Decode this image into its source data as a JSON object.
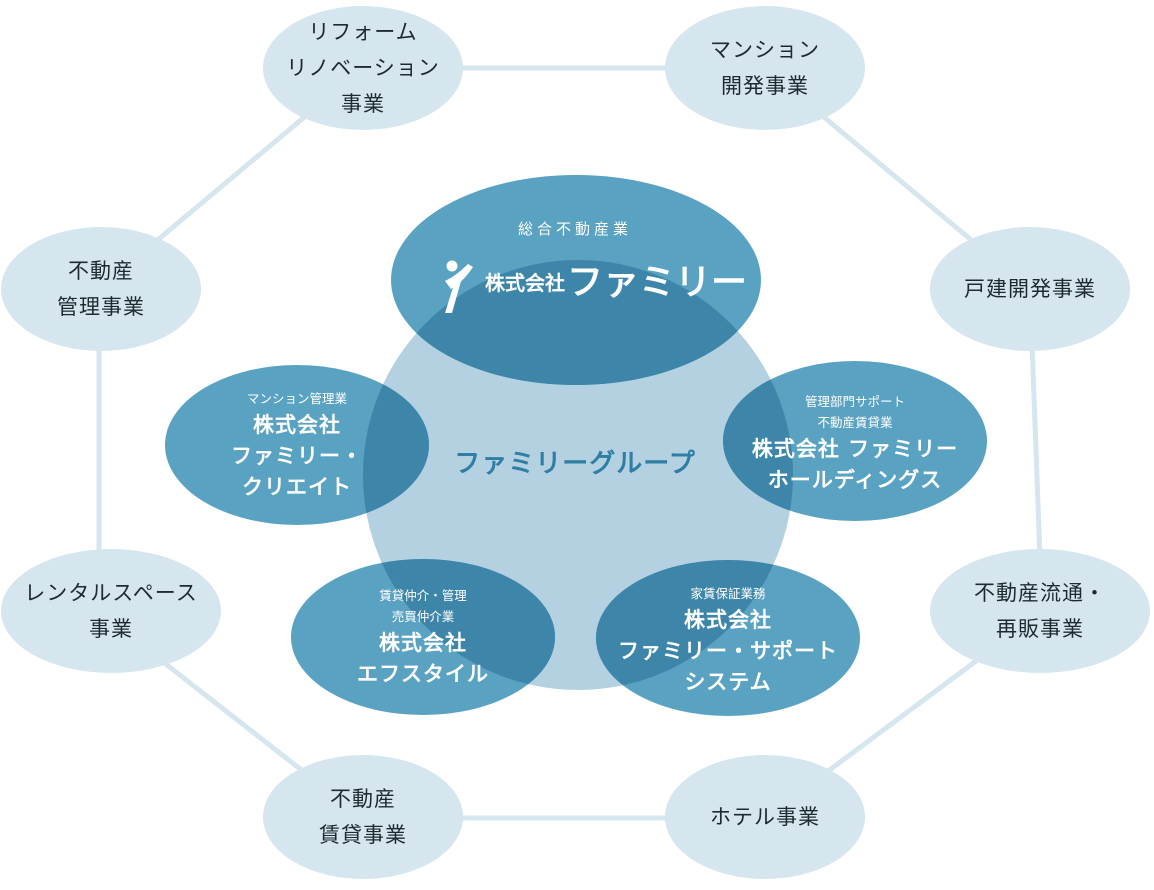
{
  "center": {
    "label": "ファミリーグループ"
  },
  "main_company": {
    "caption": "総合不動産業",
    "kabushiki": "株式会社",
    "name": "ファミリー",
    "logo_icon": "family-person-logo-icon"
  },
  "subsidiaries": {
    "create": {
      "caption": "マンション管理業",
      "line1": "株式会社",
      "line2": "ファミリー・",
      "line3": "クリエイト"
    },
    "holdings": {
      "caption1": "管理部門サポート",
      "caption2": "不動産賃貸業",
      "line1": "株式会社 ファミリー",
      "line2": "ホールディングス"
    },
    "fstyle": {
      "caption1": "賃貸仲介・管理",
      "caption2": "売買仲介業",
      "line1": "株式会社",
      "line2": "エフスタイル"
    },
    "support": {
      "caption": "家賃保証業務",
      "line1": "株式会社",
      "line2": "ファミリー・サポート",
      "line3": "システム"
    }
  },
  "businesses": {
    "reform": [
      "リフォーム",
      "リノベーション",
      "事業"
    ],
    "mansion": [
      "マンション",
      "開発事業"
    ],
    "house": [
      "戸建開発事業"
    ],
    "resale": [
      "不動産流通・",
      "再販事業"
    ],
    "hotel": [
      "ホテル事業"
    ],
    "rental": [
      "不動産",
      "賃貸事業"
    ],
    "space": [
      "レンタルスペース",
      "事業"
    ],
    "management": [
      "不動産",
      "管理事業"
    ]
  },
  "colors": {
    "ring": "#d5e6ee",
    "ring_line": "#d5e6ee",
    "center_circle": "#b4d1e1",
    "company": "#5aa2c2",
    "overlap": "#3e86a9",
    "center_text": "#2f7ea3"
  }
}
